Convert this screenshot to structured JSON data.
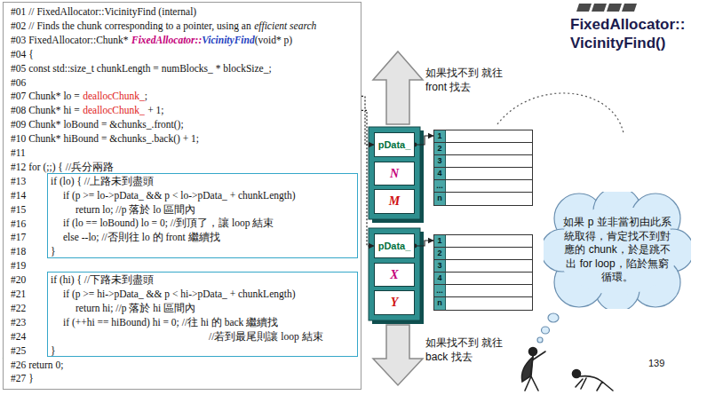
{
  "diagram": {
    "title": "FixedAllocator:: VicinityFind()",
    "nodes": [
      {
        "text": [
          "#01 // FixedAllocator::VicinityFind (internal)",
          "#02 // Finds the chunk corresponding to a pointer, using an",
          "efficient search",
          "#03 FixedAllocator::Chunk*",
          "FixedAllocator::",
          "VicinityFind",
          "(void* p)",
          "#04 {",
          "#05 const std::size_t chunkLength = numBlocks_ * blockSize_;",
          "#06",
          "#07 Chunk* lo =",
          "deallocChunk_",
          ";",
          "#08 Chunk* hi =",
          "deallocChunk_",
          "+ 1;",
          "#09 Chunk* loBound = &chunks_.front();",
          "#10 Chunk* hiBound = &chunks_.back() + 1;",
          "#11",
          "#12 for (;;) { //兵分兩路",
          "#13",
          "#14",
          "#15",
          "#16",
          "#17",
          "#18",
          "#19",
          "#20",
          "#21",
          "#22",
          "#23",
          "#24",
          "#25",
          "#26 return 0;",
          "#27 }"
        ]
      },
      {
        "text": [
          "if (lo) { //上路未到盡頭",
          "if (p >= lo->pData_ && p < lo->pData_ + chunkLength)",
          "return lo; //p 落於 lo 區間內",
          "if (lo == loBound) lo = 0; //到頂了，讓 loop 結束",
          "else --lo; //否則往 lo 的 front 繼續找",
          "}"
        ],
        "in": 0
      },
      {
        "text": [
          "if (hi) { //下路未到盡頭",
          "if (p >= hi->pData_ && p < hi->pData_ + chunkLength)",
          "return hi; //p 落於 hi 區間內",
          "if (++hi == hiBound) hi = 0; //往 hi 的 back 繼續找",
          "//若到最尾則讓 loop 結束",
          "}"
        ],
        "in": 0
      },
      {
        "text": [
          "pData_"
        ]
      },
      {
        "text": [
          "N"
        ]
      },
      {
        "text": [
          "M"
        ]
      },
      {
        "text": [
          "1",
          "2",
          "3",
          "4",
          "...",
          "n"
        ]
      },
      {
        "text": [
          "pData_"
        ]
      },
      {
        "text": [
          "X"
        ]
      },
      {
        "text": [
          "Y"
        ]
      },
      {
        "text": [
          "1",
          "2",
          "3",
          "4",
          "...",
          "n"
        ]
      },
      {
        "text": [
          "如果 p 並非當初由此系統取得，肯定找不到對應的 chunk，於是跳不出 for loop，陷於無窮循環。"
        ]
      }
    ],
    "edges": [
      {
        "from": 0,
        "to": 3,
        "arrow": "to"
      },
      {
        "from": 0,
        "to": 7,
        "arrow": "to"
      },
      {
        "from": 3,
        "to": 6,
        "arrow": "to"
      },
      {
        "from": 7,
        "to": 10,
        "arrow": "to"
      }
    ],
    "labels": [
      "如果找不到 就往 front 找去",
      "如果找不到 就往 back 找去",
      "139"
    ]
  }
}
